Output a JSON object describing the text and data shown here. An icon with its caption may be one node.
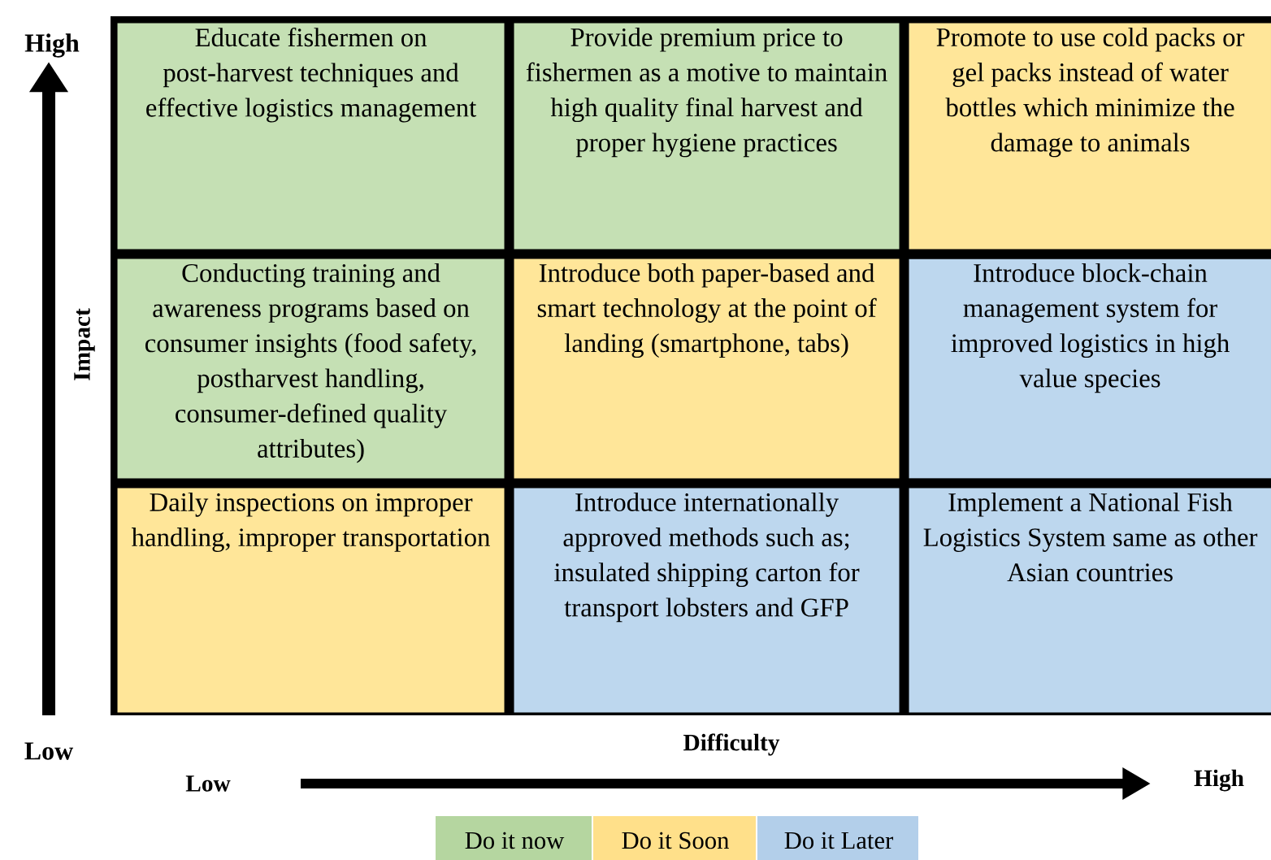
{
  "diagram": {
    "nodes": [
      {
        "text": [
          "Educate fishermen on post-harvest techniques and effective logistics management"
        ]
      },
      {
        "text": [
          "Provide premium price to fishermen as a motive to maintain high quality final harvest and proper hygiene practices"
        ]
      },
      {
        "text": [
          "Promote to use cold packs or gel packs instead of water bottles which minimize the damage to animals"
        ]
      },
      {
        "text": [
          "Conducting training and awareness programs based on consumer insights (food safety, postharvest handling, consumer-defined quality attributes)"
        ]
      },
      {
        "text": [
          "Introduce both paper-based and smart technology at the point of landing (smartphone, tabs)"
        ]
      },
      {
        "text": [
          "Introduce block-chain management system for improved logistics in high value species"
        ]
      },
      {
        "text": [
          "Daily inspections on improper handling, improper transportation"
        ]
      },
      {
        "text": [
          "Introduce internationally approved methods such as; insulated shipping carton for transport lobsters and GFP"
        ]
      },
      {
        "text": [
          "Implement a National Fish Logistics System same as other Asian countries"
        ]
      }
    ],
    "labels": [
      "High",
      "Impact",
      "Low",
      "Difficulty",
      "Low",
      "High"
    ],
    "legend": [
      {
        "text": "Do it now",
        "color": "#b5d6a0"
      },
      {
        "text": "Do it Soon",
        "color": "#ffe08a"
      },
      {
        "text": "Do it Later",
        "color": "#b3cfea"
      }
    ]
  }
}
